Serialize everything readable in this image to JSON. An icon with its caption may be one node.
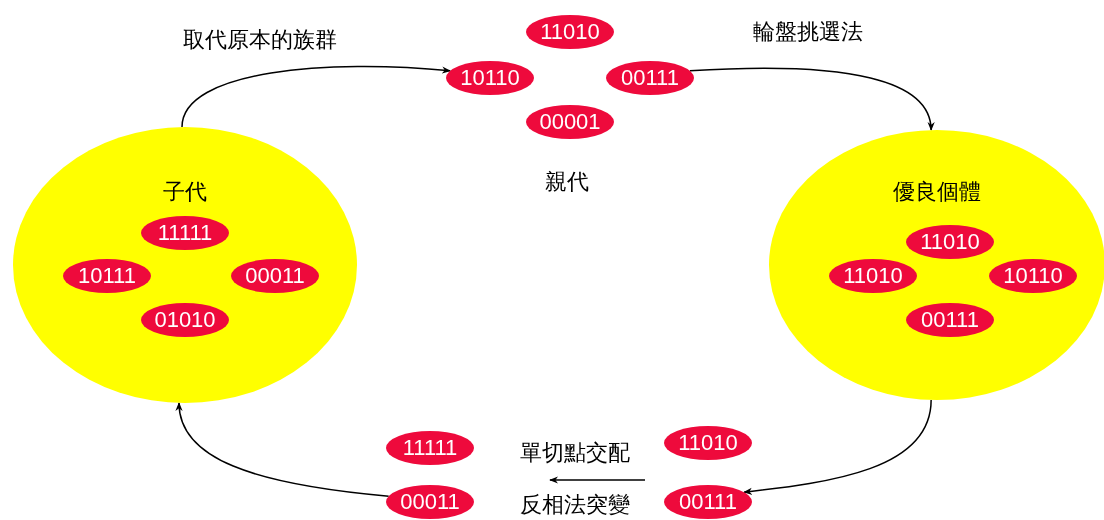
{
  "diagram": {
    "nodes": [
      {
        "text": [
          "子代"
        ]
      },
      {
        "text": [
          "11111"
        ],
        "in": 0
      },
      {
        "text": [
          "10111"
        ],
        "in": 0
      },
      {
        "text": [
          "00011"
        ],
        "in": 0
      },
      {
        "text": [
          "01010"
        ],
        "in": 0
      },
      {
        "text": [
          "11010"
        ]
      },
      {
        "text": [
          "10110"
        ]
      },
      {
        "text": [
          "00111"
        ]
      },
      {
        "text": [
          "00001"
        ]
      },
      {
        "text": [
          "優良個體"
        ]
      },
      {
        "text": [
          "11010"
        ],
        "in": 9
      },
      {
        "text": [
          "11010"
        ],
        "in": 9
      },
      {
        "text": [
          "10110"
        ],
        "in": 9
      },
      {
        "text": [
          "00111"
        ],
        "in": 9
      },
      {
        "text": [
          "11111"
        ]
      },
      {
        "text": [
          "11010"
        ]
      },
      {
        "text": [
          "00011"
        ]
      },
      {
        "text": [
          "00111"
        ]
      }
    ],
    "edges": [
      {
        "from": 0,
        "to": 6,
        "arrow": "to",
        "label": "取代原本的族群"
      },
      {
        "from": 7,
        "to": 9,
        "arrow": "to",
        "label": "輪盤挑選法"
      },
      {
        "from": 9,
        "to": 17,
        "arrow": "to"
      },
      {
        "from": 16,
        "to": 0,
        "arrow": "to"
      }
    ],
    "labels": [
      "親代",
      "單切點交配",
      "反相法突變"
    ]
  }
}
